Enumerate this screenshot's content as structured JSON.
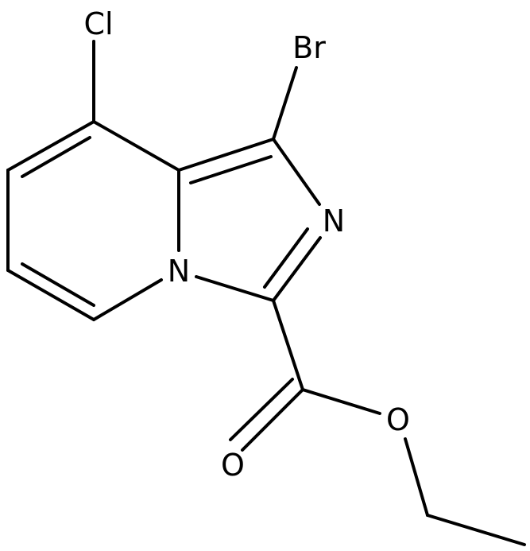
{
  "atoms": {
    "cl": "Cl",
    "br": "Br",
    "n_imidazole": "N",
    "n_bridge": "N",
    "o_carbonyl": "O",
    "o_ester": "O"
  },
  "colors": {
    "bond": "#000000",
    "label": "#000000",
    "background": "#ffffff"
  }
}
